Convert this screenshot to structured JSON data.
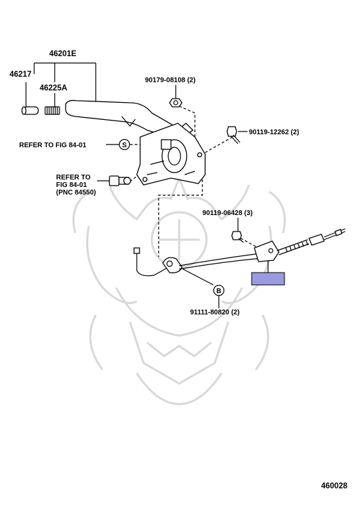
{
  "diagram": {
    "diagram_id": "460028",
    "callouts": {
      "lever_assembly": "46201E",
      "lever_knob": "46217",
      "lever_spring": "46225A",
      "bracket_nut": "90179-08108 (2)",
      "bracket_bolt": "90119-12262 (2)",
      "cable_bolt": "90119-06428 (3)",
      "clip_bolt": "91111-80820 (2)"
    },
    "refer_fig": "REFER TO FIG 84-01",
    "refer_block": {
      "line1": "REFER TO",
      "line2": "FIG 84-01",
      "line3": "(PNC 84550)"
    },
    "markers": {
      "s": "S",
      "b": "B"
    },
    "highlight_color": "#9a9ae0"
  }
}
